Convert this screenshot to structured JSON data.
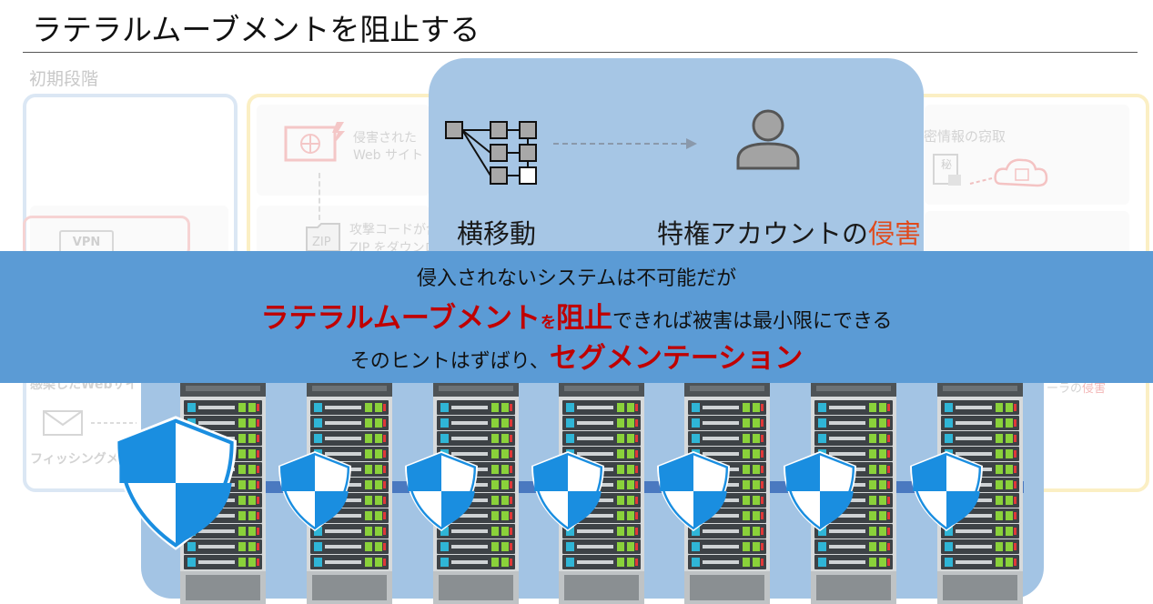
{
  "title": "ラテラルムーブメントを阻止する",
  "stage_label": "初期段階",
  "background_labels": {
    "compromised_site": [
      "侵害された",
      "Web サイト"
    ],
    "attack_code": [
      "攻撃コードが含",
      "ZIP をダウンロ"
    ],
    "vpn": "VPN",
    "info_theft": "密情報の窃取",
    "secret_mark": "秘",
    "infected_site": "感染したWebサイト",
    "phishing": "フィッシングメール",
    "infringe_suffix": "ーラの",
    "infringe_red": "侵害"
  },
  "center": {
    "lateral_label": "横移動",
    "privilege_label_prefix": "特権アカウントの",
    "privilege_label_red": "侵害"
  },
  "banner": {
    "line1": "侵入されないシステムは不可能だが",
    "line2_red1": "ラテラルムーブメント",
    "line2_small": "を",
    "line2_red2": "阻止",
    "line2_rest": "できれば被害は最小限にできる",
    "line3_prefix": "そのヒントはずばり、",
    "line3_red": "セグメンテーション"
  },
  "colors": {
    "accent_red": "#c00000",
    "banner_blue": "#5b9bd5",
    "panel_blue": "#a6c6e5",
    "network_blue": "#4a79c0",
    "shield_blue": "#1a8ee0"
  },
  "servers": [
    1,
    2,
    3,
    4,
    5,
    6,
    7
  ],
  "icons": [
    "network-diagram-icon",
    "user-icon",
    "dashed-arrow-icon",
    "server-rack-icon",
    "shield-icon"
  ]
}
